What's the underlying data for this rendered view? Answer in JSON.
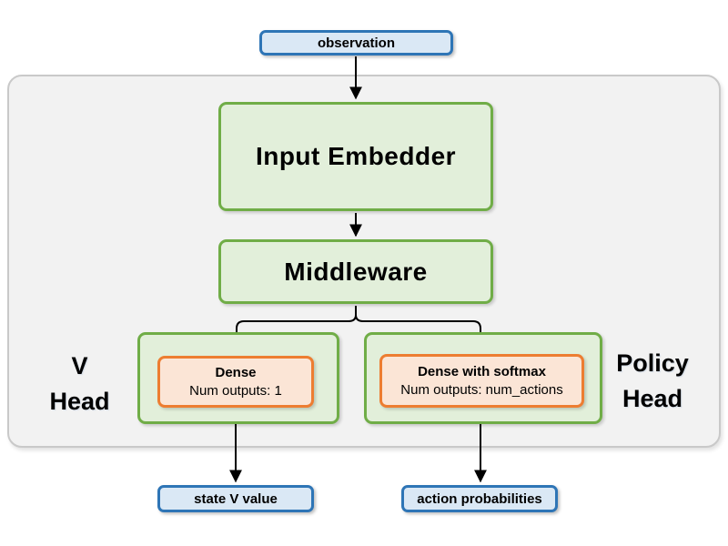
{
  "nodes": {
    "observation": "observation",
    "input_embedder": "Input Embedder",
    "middleware": "Middleware",
    "v_head_label": {
      "line1": "V",
      "line2": "Head"
    },
    "policy_head_label": {
      "line1": "Policy",
      "line2": "Head"
    },
    "v_dense": {
      "title": "Dense",
      "subtitle": "Num outputs: 1"
    },
    "policy_dense": {
      "title": "Dense with softmax",
      "subtitle": "Num outputs: num_actions"
    },
    "state_v_value": "state V value",
    "action_probabilities": "action probabilities"
  },
  "colors": {
    "blue_border": "#2e75b6",
    "blue_fill": "#dae8f5",
    "green_border": "#70ad47",
    "green_fill": "#e2efda",
    "orange_border": "#ed7d31",
    "orange_fill": "#fbe5d6",
    "panel_fill": "#f2f2f2",
    "panel_border": "#c9c9c9",
    "arrow": "#000000"
  }
}
